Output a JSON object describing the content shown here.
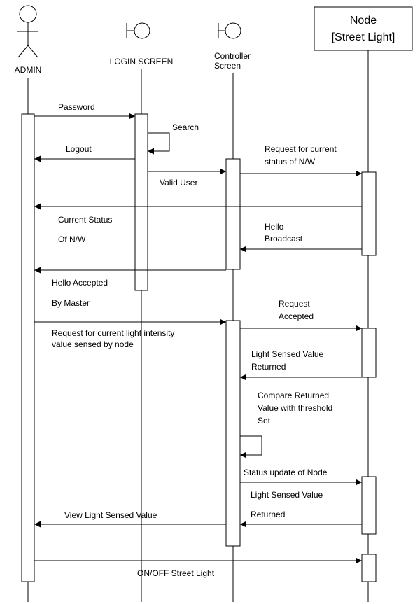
{
  "participants": {
    "admin": "ADMIN",
    "login": "LOGIN SCREEN",
    "controller": [
      "Controller",
      "Screen"
    ],
    "node": [
      "Node",
      "[Street Light]"
    ]
  },
  "messages": {
    "password": "Password",
    "search": "Search",
    "logout": "Logout",
    "request_status": [
      "Request for current",
      "status of N/W"
    ],
    "valid_user": "Valid User",
    "current_status": [
      "Current Status",
      "Of N/W"
    ],
    "hello_broadcast": [
      "Hello",
      "Broadcast"
    ],
    "hello_accepted": [
      "Hello Accepted",
      "By Master"
    ],
    "request_accepted": [
      "Request",
      "Accepted"
    ],
    "request_intensity": [
      "Request for current light intensity",
      "value sensed by node"
    ],
    "light_sensed_returned": [
      "Light Sensed Value",
      "Returned"
    ],
    "compare": [
      "Compare Returned",
      "Value with threshold",
      "Set"
    ],
    "status_update": "Status update of Node",
    "light_sensed_returned_2": [
      "Light Sensed Value",
      "Returned"
    ],
    "view_light": "View Light Sensed Value",
    "on_off": "ON/OFF Street Light"
  }
}
